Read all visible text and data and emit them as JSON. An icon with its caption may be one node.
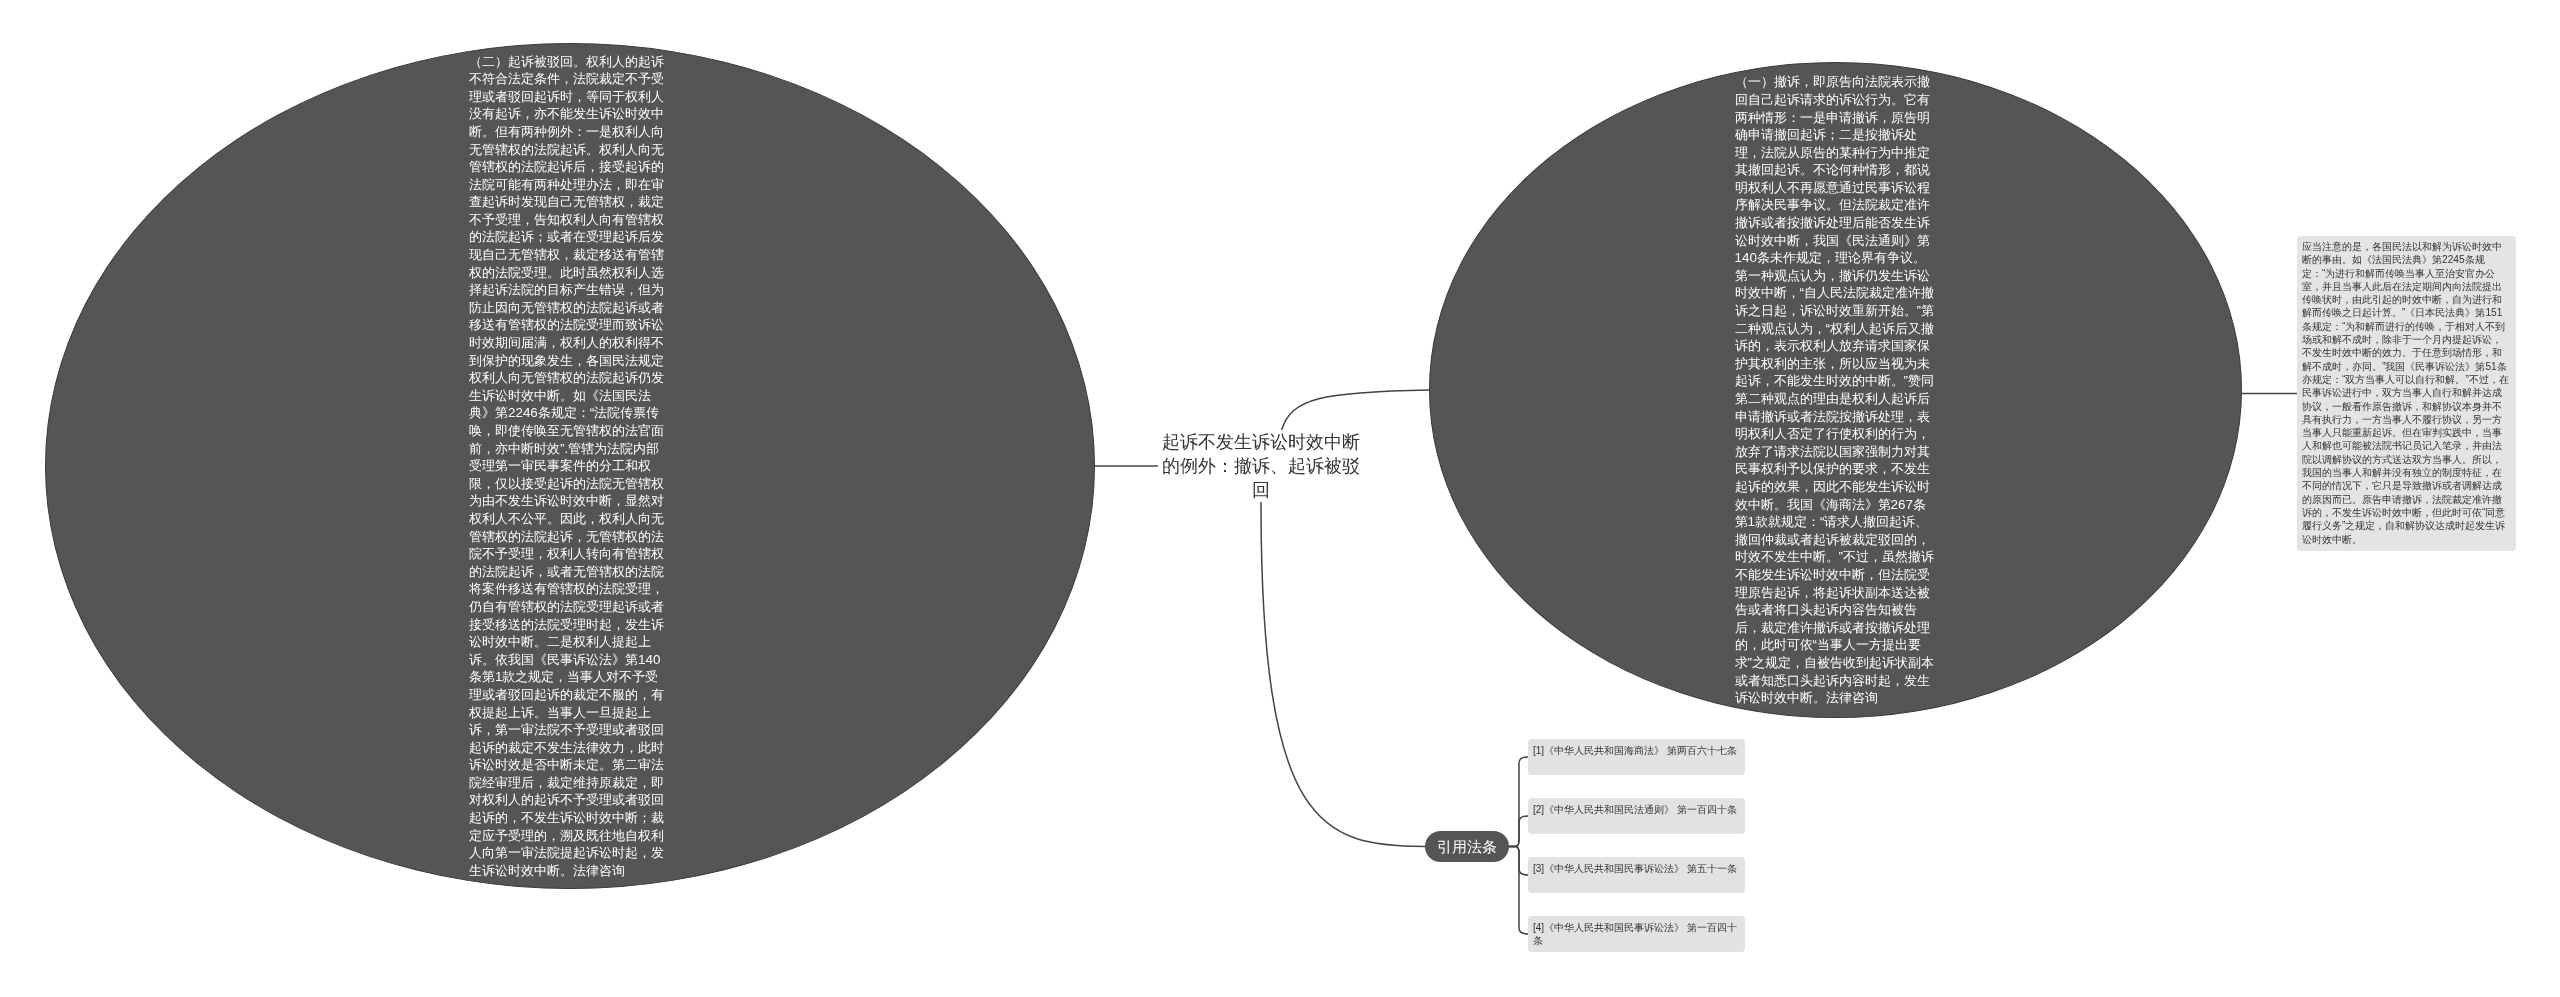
{
  "diagram": {
    "nodes": [
      {
        "text": [
          "起诉不发生诉讼时效中断的例外：撤诉、起诉被驳回"
        ]
      },
      {
        "text": [
          "（一）撤诉，即原告向法院表示撤回自己起诉请求的诉讼行为。它有两种情形：一是申请撤诉，原告明确申请撤回起诉；二是按撤诉处理，法院从原告的某种行为中推定其撤回起诉。不论何种情形，都说明权利人不再愿意通过民事诉讼程序解决民事争议。但法院裁定准许撤诉或者按撤诉处理后能否发生诉讼时效中断，我国《民法通则》第140条未作规定，理论界有争议。第一种观点认为，撤诉仍发生诉讼时效中断，“自人民法院裁定准许撤诉之日起，诉讼时效重新开始。”第二种观点认为，“权利人起诉后又撤诉的，表示权利人放弃请求国家保护其权利的主张，所以应当视为未起诉，不能发生时效的中断。”赞同第二种观点的理由是权利人起诉后申请撤诉或者法院按撤诉处理，表明权利人否定了行使权利的行为，放弃了请求法院以国家强制力对其民事权利予以保护的要求，不发生起诉的效果，因此不能发生诉讼时效中断。我国《海商法》第267条第1款就规定：“请求人撤回起诉、撤回仲裁或者起诉被裁定驳回的，时效不发生中断。”不过，虽然撤诉不能发生诉讼时效中断，但法院受理原告起诉，将起诉状副本送达被告或者将口头起诉内容告知被告后，裁定准许撤诉或者按撤诉处理的，此时可依“当事人一方提出要求”之规定，自被告收到起诉状副本或者知悉口头起诉内容时起，发生诉讼时效中断。法律咨询"
        ]
      },
      {
        "text": [
          "应当注意的是，各国民法以和解为诉讼时效中断的事由。如《法国民法典》第2245条规定：“为进行和解而传唤当事人至治安官办公室，并且当事人此后在法定期间内向法院提出传唤状时，由此引起的时效中断，自为进行和解而传唤之日起计算。”《日本民法典》第151条规定：“为和解而进行的传唤，于相对人不到场或和解不成时，除非于一个月内提起诉讼，不发生时效中断的效力。于任意到场情形，和解不成时，亦同。”我国《民事诉讼法》第51条亦规定：“双方当事人可以自行和解。”不过，在民事诉讼进行中，双方当事人自行和解并达成协议，一般看作原告撤诉，和解协议本身并不具有执行力，一方当事人不履行协议，另一方当事人只能重新起诉。但在审判实践中，当事人和解也可能被法院书记员记入笔录，并由法院以调解协议的方式送达双方当事人。所以，我国的当事人和解并没有独立的制度特征，在不同的情况下，它只是导致撤诉或者调解达成的原因而已。原告申请撤诉，法院裁定准许撤诉的，不发生诉讼时效中断，但此时可依“同意履行义务”之规定，自和解协议达成时起发生诉讼时效中断。"
        ]
      },
      {
        "text": [
          "（二）起诉被驳回。权利人的起诉不符合法定条件，法院裁定不予受理或者驳回起诉时，等同于权利人没有起诉，亦不能发生诉讼时效中断。但有两种例外：一是权利人向无管辖权的法院起诉。权利人向无管辖权的法院起诉后，接受起诉的法院可能有两种处理办法，即在审查起诉时发现自己无管辖权，裁定不予受理，告知权利人向有管辖权的法院起诉；或者在受理起诉后发现自己无管辖权，裁定移送有管辖权的法院受理。此时虽然权利人选择起诉法院的目标产生错误，但为防止因向无管辖权的法院起诉或者移送有管辖权的法院受理而致诉讼时效期间届满，权利人的权利得不到保护的现象发生，各国民法规定权利人向无管辖权的法院起诉仍发生诉讼时效中断。如《法国民法典》第2246条规定：“法院传票传唤，即使传唤至无管辖权的法官面前，亦中断时效”.管辖为法院内部受理第一审民事案件的分工和权限，仅以接受起诉的法院无管辖权为由不发生诉讼时效中断，显然对权利人不公平。因此，权利人向无管辖权的法院起诉，无管辖权的法院不予受理，权利人转向有管辖权的法院起诉，或者无管辖权的法院将案件移送有管辖权的法院受理，仍自有管辖权的法院受理起诉或者接受移送的法院受理时起，发生诉讼时效中断。二是权利人提起上诉。依我国《民事诉讼法》第140条第1款之规定，当事人对不予受理或者驳回起诉的裁定不服的，有权提起上诉。当事人一旦提起上诉，第一审法院不予受理或者驳回起诉的裁定不发生法律效力，此时诉讼时效是否中断未定。第二审法院经审理后，裁定维持原裁定，即对权利人的起诉不予受理或者驳回起诉的，不发生诉讼时效中断；裁定应予受理的，溯及既往地自权利人向第一审法院提起诉讼时起，发生诉讼时效中断。法律咨询"
        ]
      },
      {
        "text": [
          "引用法条"
        ]
      },
      {
        "text": [
          "[1]《中华人民共和国海商法》 第两百六十七条"
        ]
      },
      {
        "text": [
          "[2]《中华人民共和国民法通则》 第一百四十条"
        ]
      },
      {
        "text": [
          "[3]《中华人民共和国民事诉讼法》 第五十一条"
        ]
      },
      {
        "text": [
          "[4]《中华人民共和国民事诉讼法》 第一百四十条"
        ]
      }
    ],
    "edges": [
      {
        "from": 0,
        "to": 1,
        "arrow": "none"
      },
      {
        "from": 1,
        "to": 2,
        "arrow": "none"
      },
      {
        "from": 0,
        "to": 3,
        "arrow": "none"
      },
      {
        "from": 0,
        "to": 4,
        "arrow": "none"
      },
      {
        "from": 4,
        "to": 5,
        "arrow": "none"
      },
      {
        "from": 4,
        "to": 6,
        "arrow": "none"
      },
      {
        "from": 4,
        "to": 7,
        "arrow": "none"
      },
      {
        "from": 4,
        "to": 8,
        "arrow": "none"
      }
    ]
  }
}
